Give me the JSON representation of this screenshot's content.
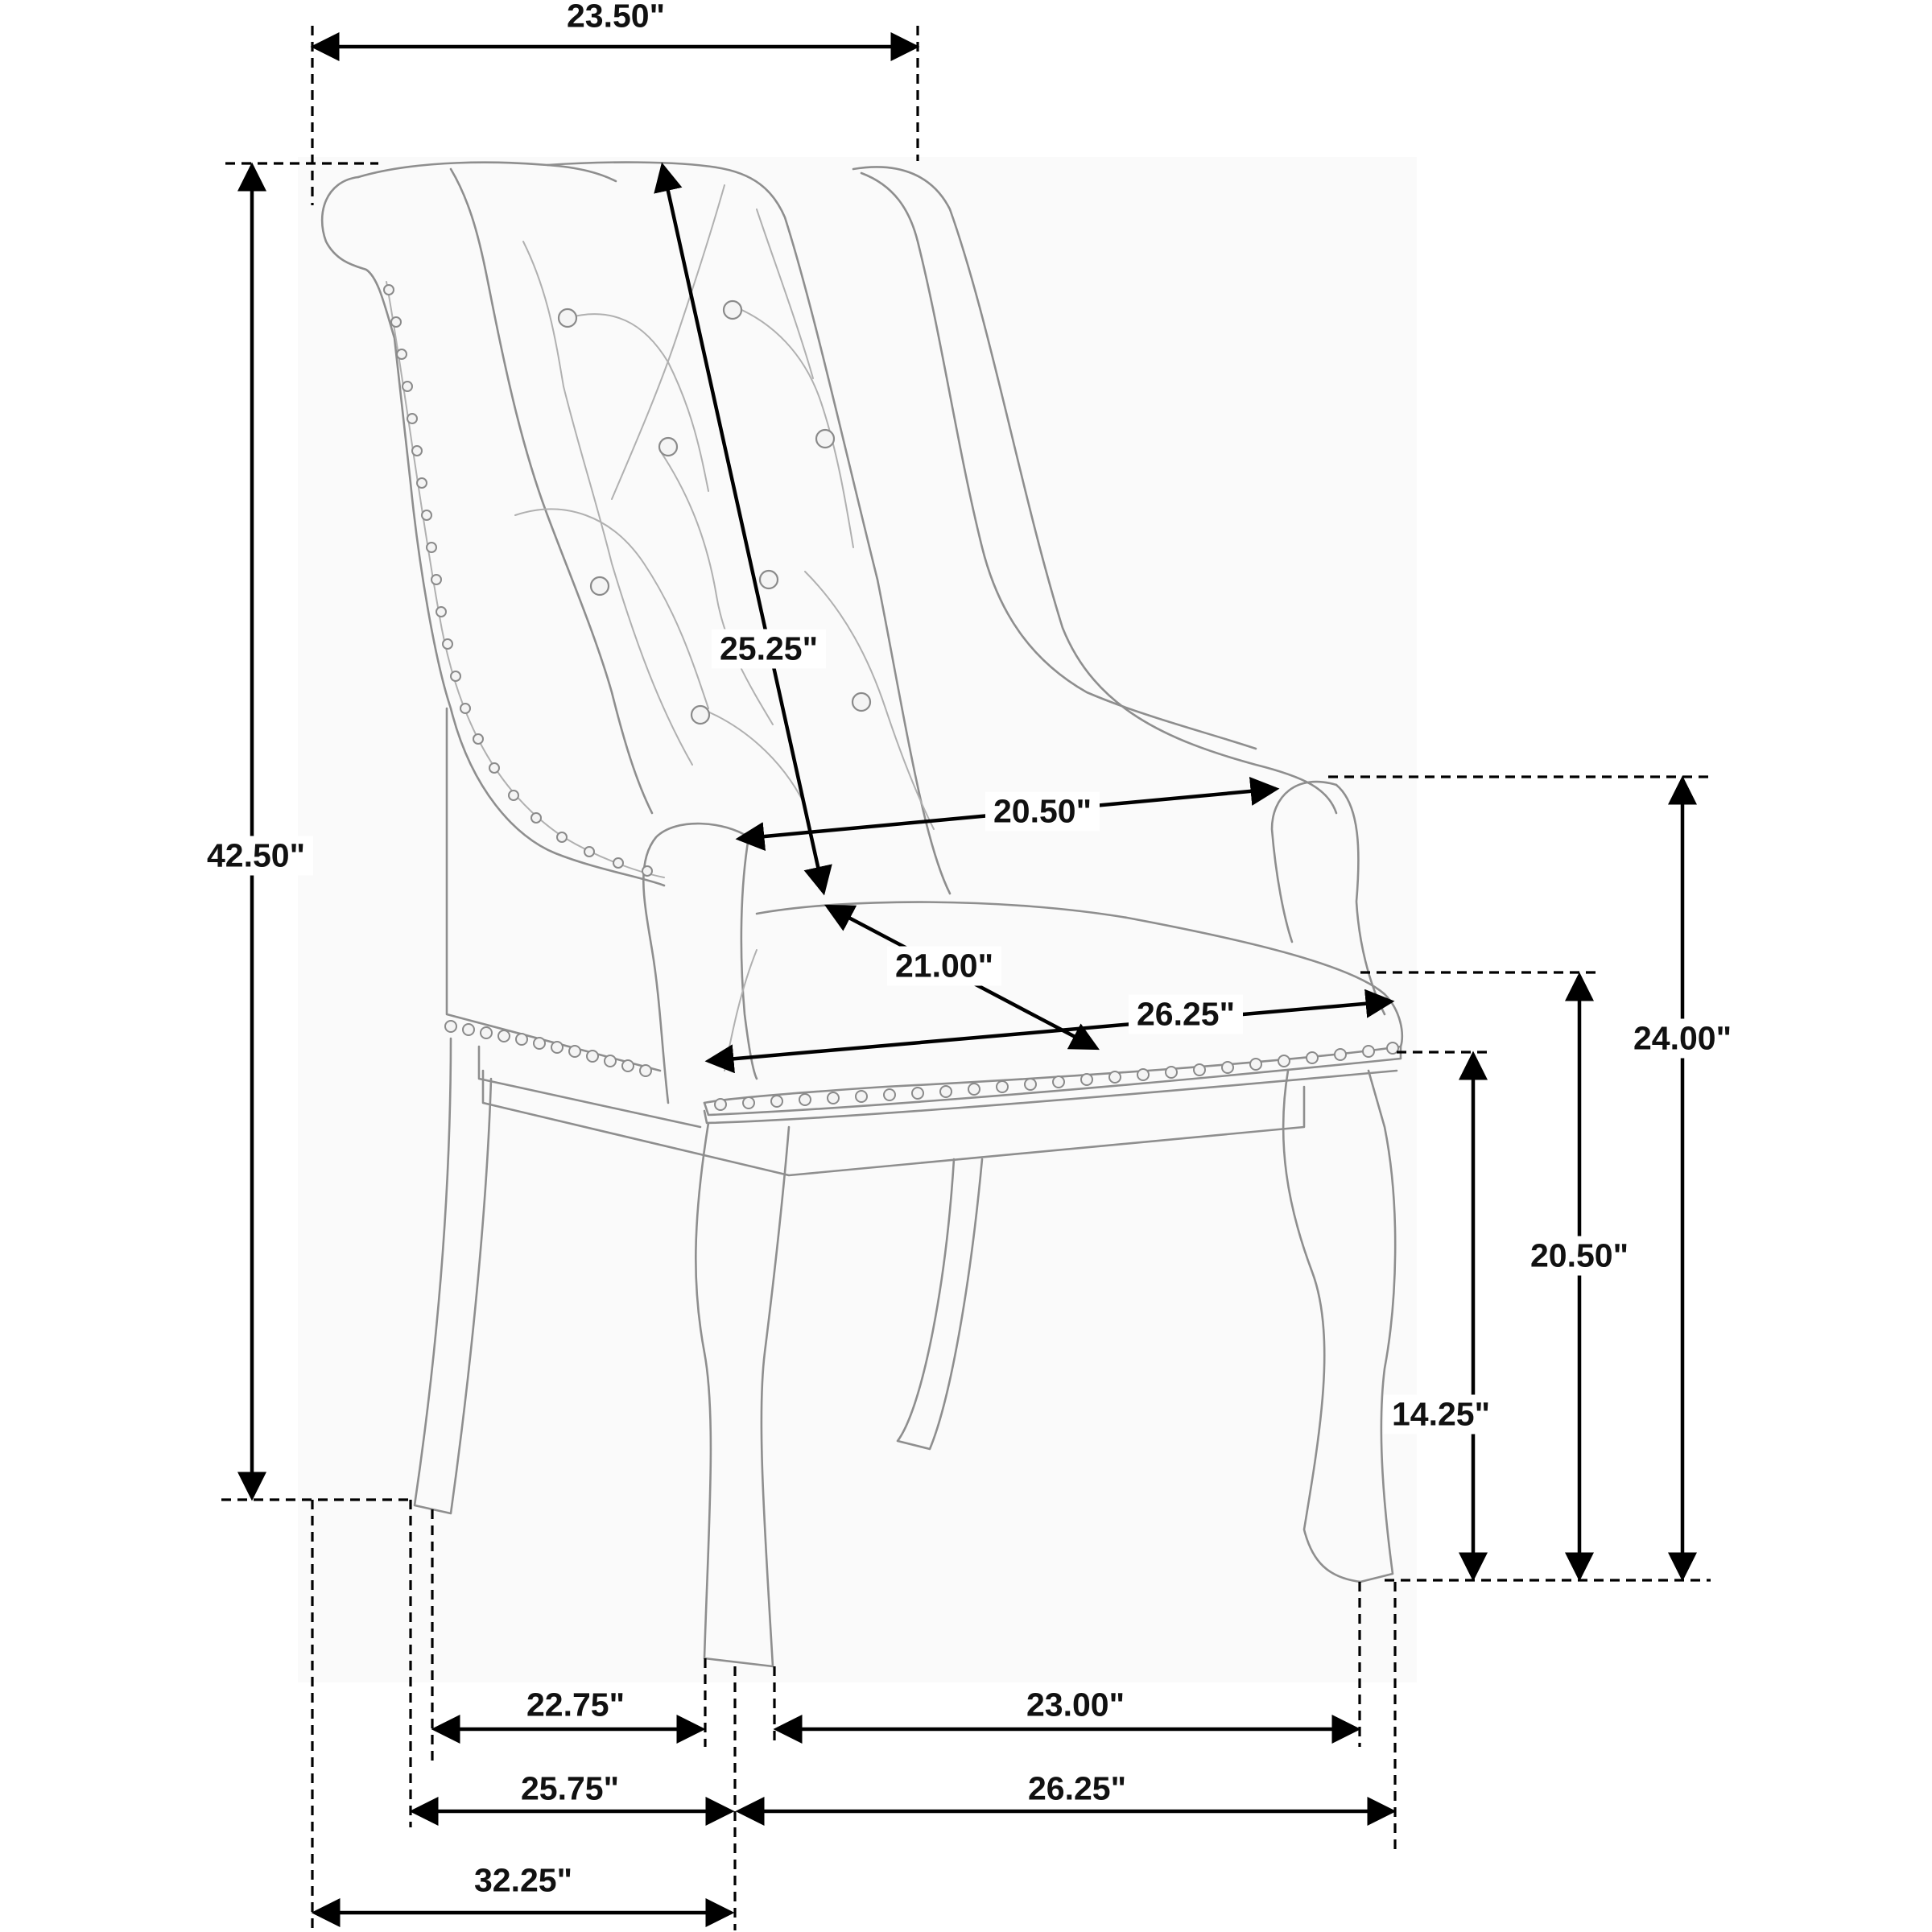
{
  "dimensions": {
    "overall_width": "23.50\"",
    "overall_height": "42.50\"",
    "back_diagonal": "25.25\"",
    "inner_arm_width": "20.50\"",
    "seat_depth": "21.00\"",
    "seat_width": "26.25\"",
    "arm_height": "24.00\"",
    "seat_height": "20.50\"",
    "apron_height": "14.25\"",
    "leg_depth_inner": "22.75\"",
    "leg_depth_outer": "25.75\"",
    "overall_depth": "32.25\"",
    "leg_width_inner": "23.00\"",
    "leg_width_outer": "26.25\""
  }
}
